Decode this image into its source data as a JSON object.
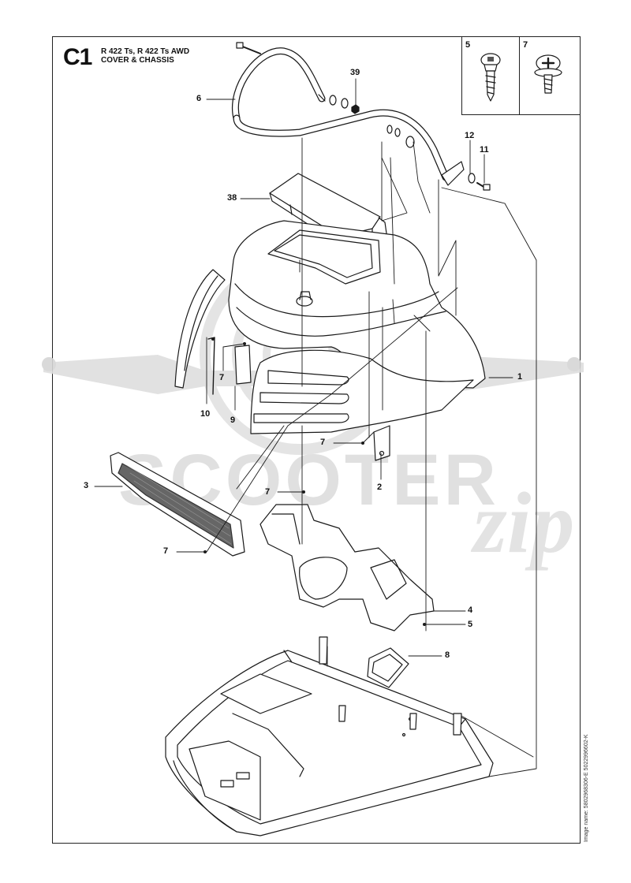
{
  "header": {
    "section_code": "C1",
    "model_line": "R 422 Ts, R 422 Ts AWD",
    "section_title": "COVER & CHASSIS"
  },
  "inset": {
    "left_number": "5",
    "right_number": "7"
  },
  "image_name": "Image name: 5802968306-E  5022996602-K",
  "watermark": {
    "text_main": "SCOOTER",
    "text_script": "zip"
  },
  "callouts": {
    "c6": "6",
    "c39": "39",
    "c12": "12",
    "c11": "11",
    "c38": "38",
    "c1": "1",
    "c7a": "7",
    "c10": "10",
    "c9": "9",
    "c7b": "7",
    "c2": "2",
    "c3": "3",
    "c7c": "7",
    "c7d": "7",
    "c4": "4",
    "c5": "5",
    "c8": "8"
  },
  "colors": {
    "line": "#1a1a1a",
    "watermark": "#d9d9d9",
    "grille": "#555555"
  }
}
